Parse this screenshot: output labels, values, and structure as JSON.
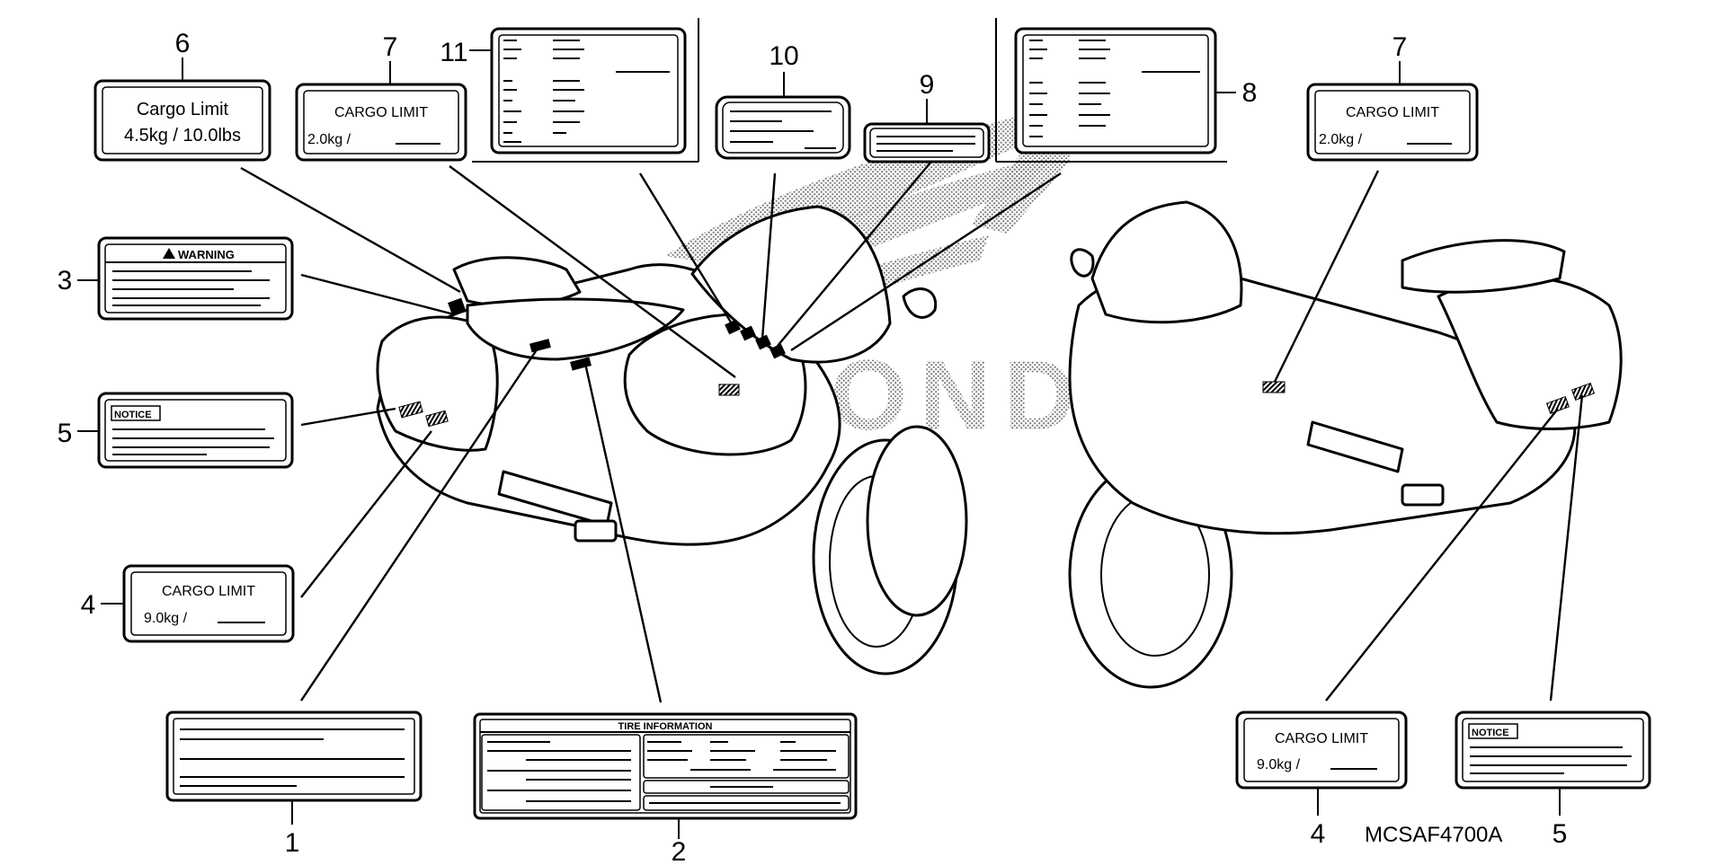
{
  "labels": {
    "cargo_limit_6": {
      "title": "Cargo Limit",
      "value": "4.5kg  /  10.0lbs"
    },
    "cargo_limit_7": {
      "title": "CARGO  LIMIT",
      "value": "2.0kg     /"
    },
    "cargo_limit_4": {
      "title": "CARGO  LIMIT",
      "value": "9.0kg     /"
    },
    "warning": {
      "title": "WARNING"
    },
    "notice": {
      "title": "NOTICE"
    },
    "tire_info": {
      "title": "TIRE INFORMATION"
    }
  },
  "callouts": {
    "n1": "1",
    "n2": "2",
    "n3": "3",
    "n4": "4",
    "n5": "5",
    "n6": "6",
    "n7": "7",
    "n8": "8",
    "n9": "9",
    "n10": "10",
    "n11": "11"
  },
  "diagram_code": "MCSAF4700A",
  "brand_watermark": "HONDA",
  "colors": {
    "ink": "#000000",
    "paper": "#ffffff",
    "stipple": "#9a9a9a"
  }
}
